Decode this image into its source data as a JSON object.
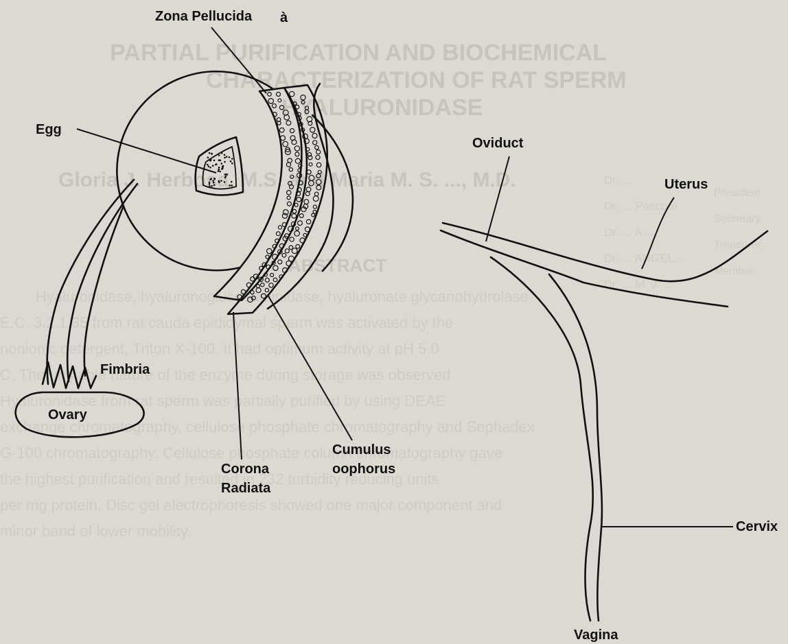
{
  "labels": {
    "zona_pellucida": "Zona Pellucida",
    "zona_mark": "à",
    "egg": "Egg",
    "oviduct": "Oviduct",
    "uterus": "Uterus",
    "fimbria": "Fimbria",
    "ovary": "Ovary",
    "cumulus_line1": "Cumulus",
    "cumulus_line2": "oophorus",
    "corona_line1": "Corona",
    "corona_line2": "Radiata",
    "cervix": "Cervix",
    "vagina": "Vagina"
  },
  "show_through": {
    "title_line1": "PARTIAL PURIFICATION AND BIOCHEMICAL",
    "title_line2": "CHARACTERIZATION OF RAT SPERM",
    "title_line3": "HYALURONIDASE",
    "authors": "Gloria J. Herbosa, M.S. and Maria M. S. ..., M.D.",
    "abstract_heading": "ABSTRACT",
    "sidebar": [
      "Dr. ...",
      "Dr. ... Pascual",
      "Dr. ... A. ...",
      "Dr. ... ANGEL...",
      "Dr. ... M. J. ..."
    ],
    "sidebar_roles": [
      "President",
      "Secretary",
      "Treasurer",
      "Member"
    ],
    "abstract_lines": [
      "Hyaluronidase, hyaluronoglucosaminidase, hyaluronate glycanohydrolase",
      "E.C. 3.2.1.35 from rat cauda epididymal sperm was activated by the",
      "nonionic detergent, Triton X-100. It had optimum activity at pH 5.0",
      "C. The unstable nature of the enzyme during storage was observed",
      "Hyaluronidase from rat sperm was partially purified by using DEAE",
      "exchange chromatography, cellulose phosphate chromatography and Sephadex",
      "G-100 chromatography. Cellulose phosphate column chromatography gave",
      "the highest purification and resulted in 232 turbidity reducing units",
      "per mg protein. Disc gel electrophoresis showed one major component and",
      "minor band of lower mobility."
    ]
  }
}
